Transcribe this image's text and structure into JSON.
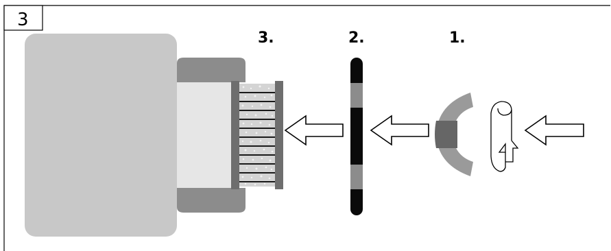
{
  "panel": {
    "number": "3"
  },
  "steps": [
    {
      "label": "3."
    },
    {
      "label": "2."
    },
    {
      "label": "1."
    }
  ],
  "colors": {
    "housing": "#c8c8c8",
    "roller_cap": "#8c8c8c",
    "roller_body": "#e6e6e6",
    "brush_frame": "#6e6e6e",
    "brush_fill": "#cfcfcf",
    "ring": "#0a0a0a",
    "ring_band": "#8c8c8c",
    "clip": "#9a9a9a",
    "clip_dark": "#666666",
    "outline": "#000000"
  },
  "icons": {
    "rotate": "rotate-arrow-icon",
    "arrow": "arrow-left-icon"
  }
}
